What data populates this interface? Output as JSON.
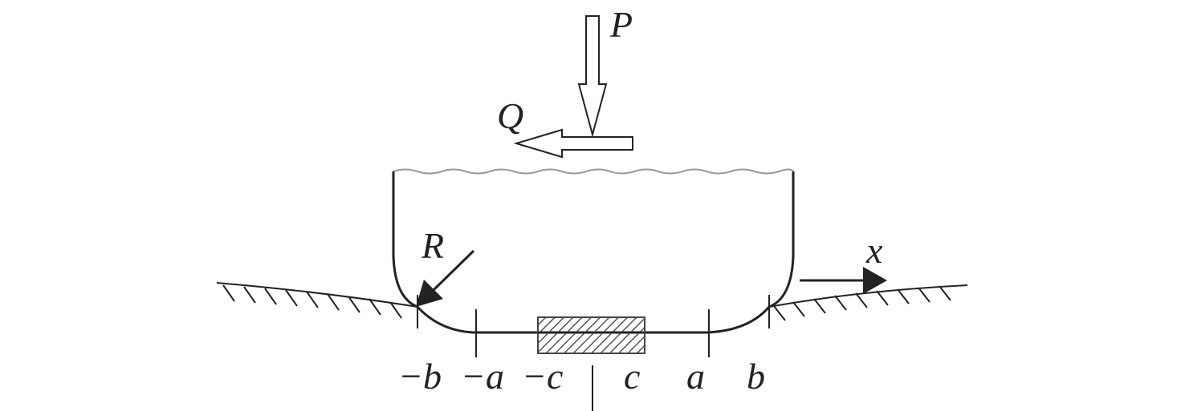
{
  "labels": {
    "P": "P",
    "Q": "Q",
    "R": "R",
    "x": "x",
    "neg_b": "−b",
    "neg_a": "−a",
    "neg_c": "−c",
    "c": "c",
    "a": "a",
    "b": "b"
  }
}
